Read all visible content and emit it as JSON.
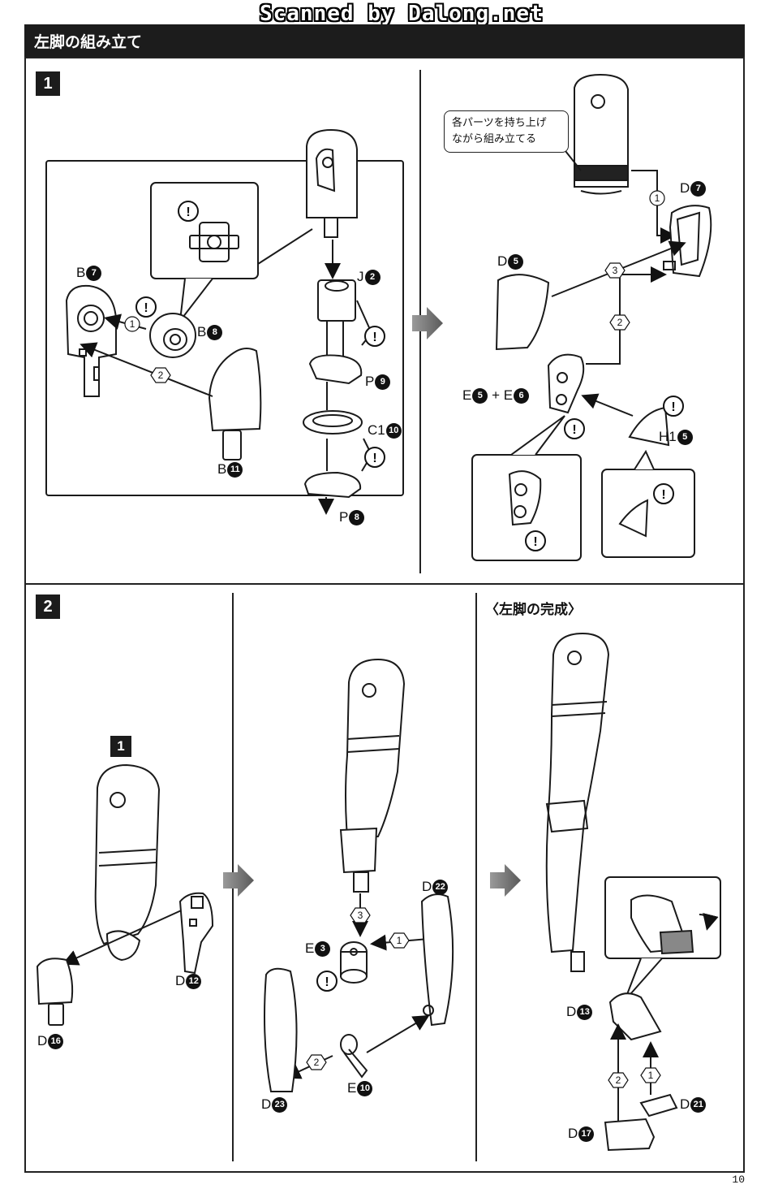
{
  "watermark": "Scanned by Dalong.net",
  "header": {
    "title": "左脚の組み立て"
  },
  "step1": {
    "number": "1",
    "note": "各パーツを持ち上げながら組み立てる",
    "note_line1": "各パーツを持ち上げ",
    "note_line2": "ながら組み立てる",
    "labels": {
      "b7": {
        "letter": "B",
        "num": "7"
      },
      "b8": {
        "letter": "B",
        "num": "8"
      },
      "b11": {
        "letter": "B",
        "num": "11"
      },
      "j2": {
        "letter": "J",
        "num": "2"
      },
      "p9": {
        "letter": "P",
        "num": "9"
      },
      "c1_10": {
        "letter": "C1",
        "num": "10"
      },
      "p8": {
        "letter": "P",
        "num": "8"
      },
      "d7": {
        "letter": "D",
        "num": "7"
      },
      "d5": {
        "letter": "D",
        "num": "5"
      },
      "e5": {
        "letter": "E",
        "num": "5"
      },
      "plus": "+",
      "e6": {
        "letter": "E",
        "num": "6"
      },
      "h1_5": {
        "letter": "H1",
        "num": "5"
      }
    }
  },
  "step2": {
    "number": "2",
    "sub_ref": "1",
    "complete_title": "〈左脚の完成〉",
    "labels": {
      "d12": {
        "letter": "D",
        "num": "12"
      },
      "d16": {
        "letter": "D",
        "num": "16"
      },
      "d22": {
        "letter": "D",
        "num": "22"
      },
      "e3": {
        "letter": "E",
        "num": "3"
      },
      "e10": {
        "letter": "E",
        "num": "10"
      },
      "d23": {
        "letter": "D",
        "num": "23"
      },
      "d13": {
        "letter": "D",
        "num": "13"
      },
      "d21": {
        "letter": "D",
        "num": "21"
      },
      "d17": {
        "letter": "D",
        "num": "17"
      }
    }
  },
  "page_number": "10"
}
